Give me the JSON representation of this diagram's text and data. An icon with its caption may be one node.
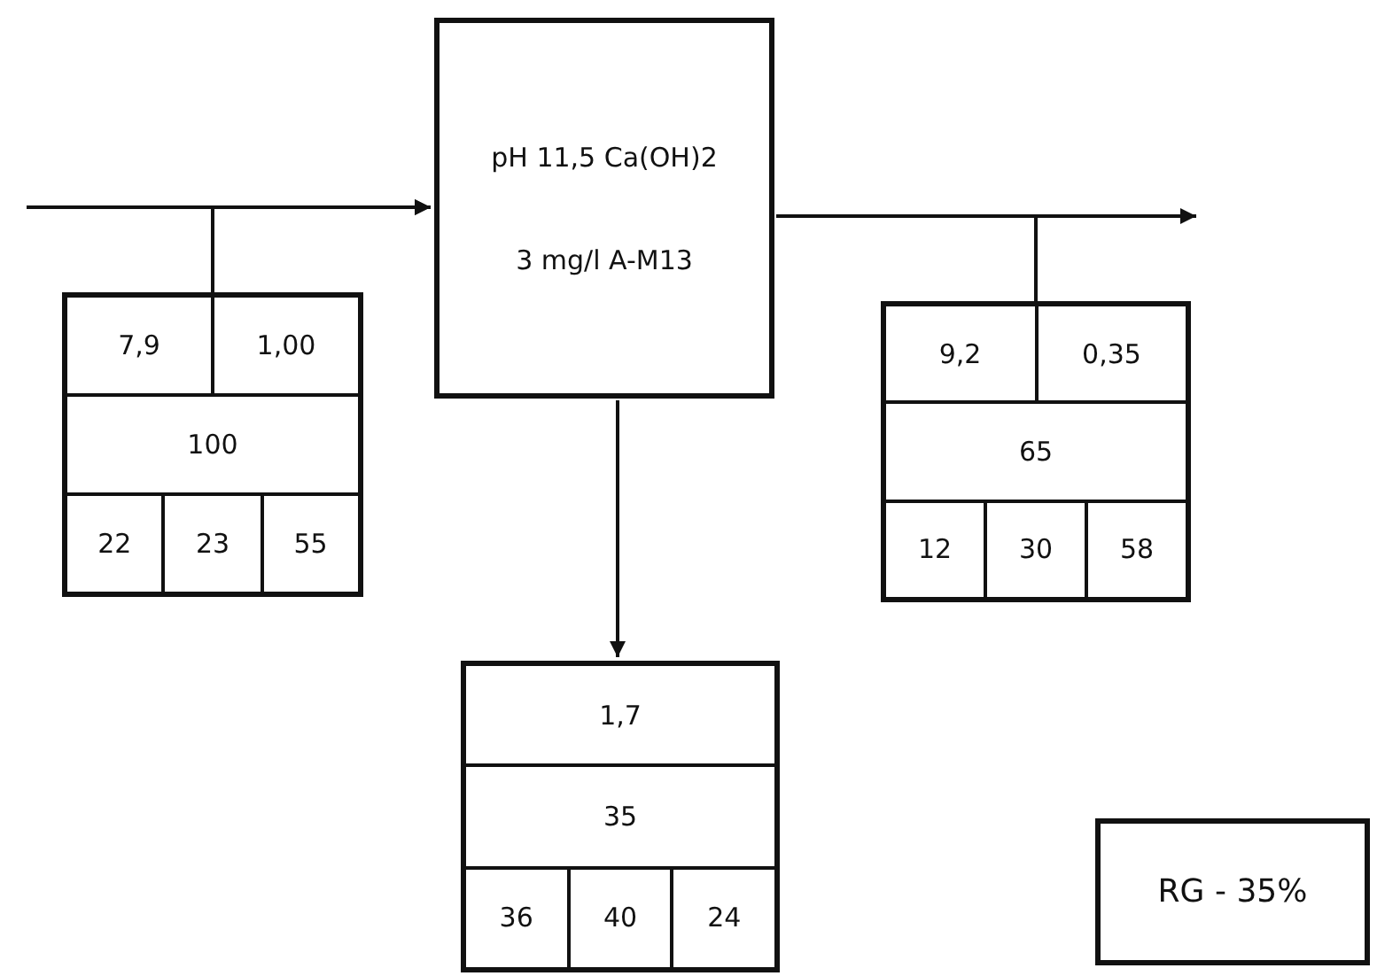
{
  "diagram": {
    "nodes": [
      {
        "text": [
          "7,9",
          "1,00",
          "100",
          "22",
          "23",
          "55"
        ]
      },
      {
        "text": [
          "pH 11,5 Ca(OH)2",
          "3 mg/l A-M13"
        ]
      },
      {
        "text": [
          "9,2",
          "0,35",
          "65",
          "12",
          "30",
          "58"
        ]
      },
      {
        "text": [
          "1,7",
          "35",
          "36",
          "40",
          "24"
        ]
      },
      {
        "text": [
          "RG - 35%"
        ]
      }
    ],
    "edges": [
      {
        "from": null,
        "to": 1,
        "arrow": "to"
      },
      {
        "from": 0,
        "to": 1,
        "arrow": "to"
      },
      {
        "from": 1,
        "to": null,
        "arrow": "to"
      },
      {
        "from": 1,
        "to": 2,
        "arrow": "none"
      },
      {
        "from": 1,
        "to": 3,
        "arrow": "to"
      }
    ]
  }
}
